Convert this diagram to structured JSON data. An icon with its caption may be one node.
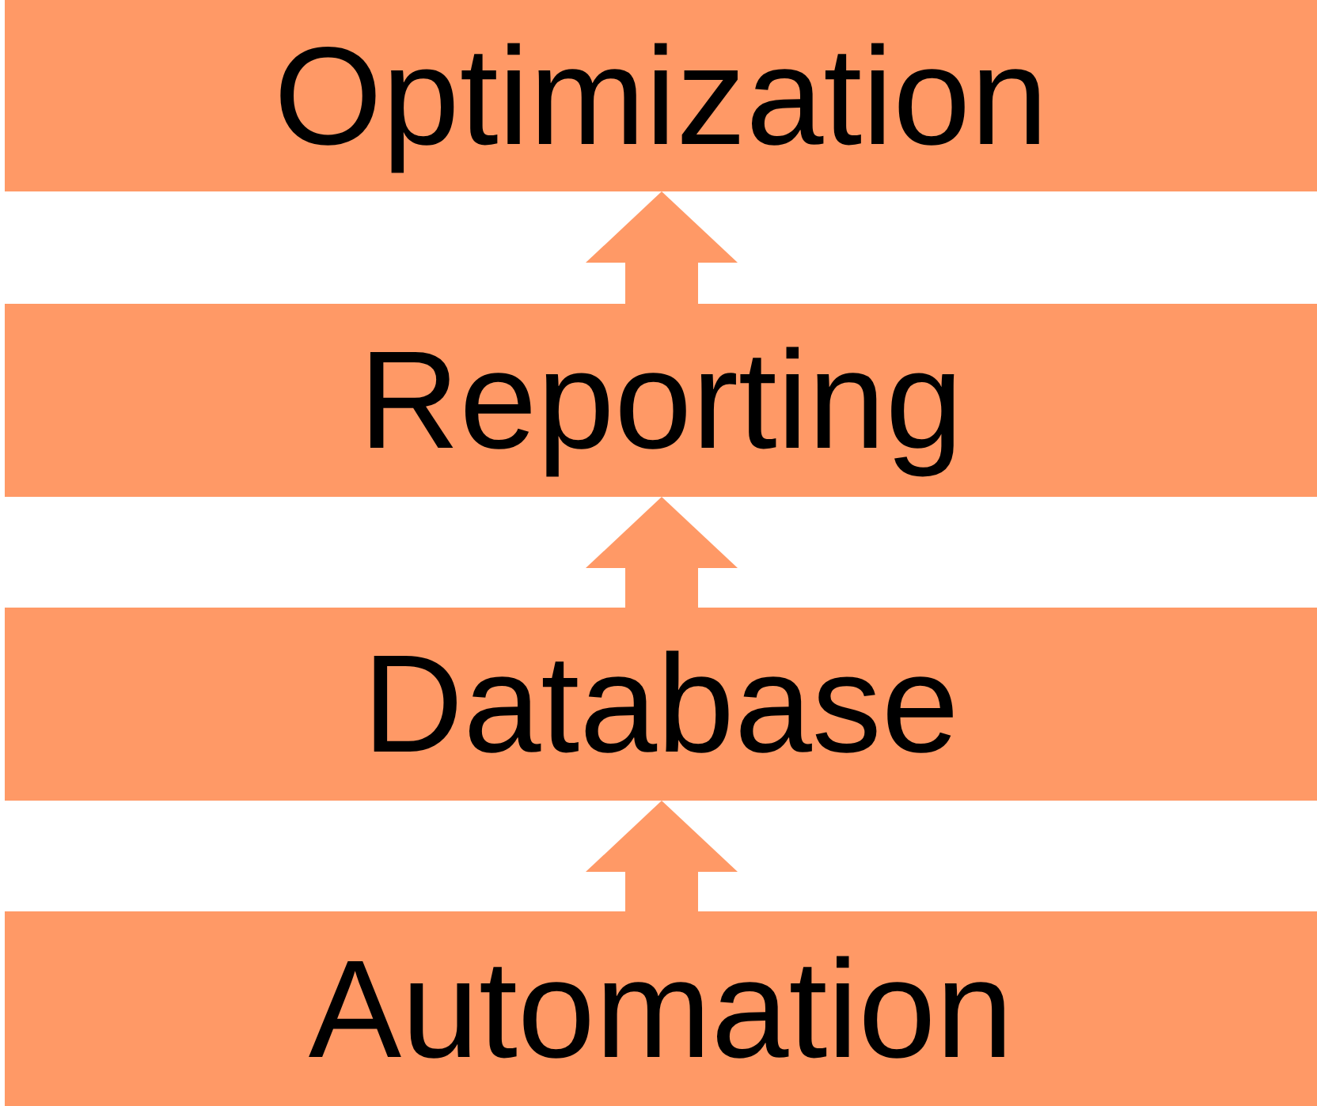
{
  "diagram": {
    "nodes": [
      {
        "text": [
          "Optimization"
        ]
      },
      {
        "text": [
          "Reporting"
        ]
      },
      {
        "text": [
          "Database"
        ]
      },
      {
        "text": [
          "Automation"
        ]
      }
    ],
    "edges": [
      {
        "from": 3,
        "to": 2,
        "arrow": "to"
      },
      {
        "from": 2,
        "to": 1,
        "arrow": "to"
      },
      {
        "from": 1,
        "to": 0,
        "arrow": "to"
      }
    ]
  }
}
